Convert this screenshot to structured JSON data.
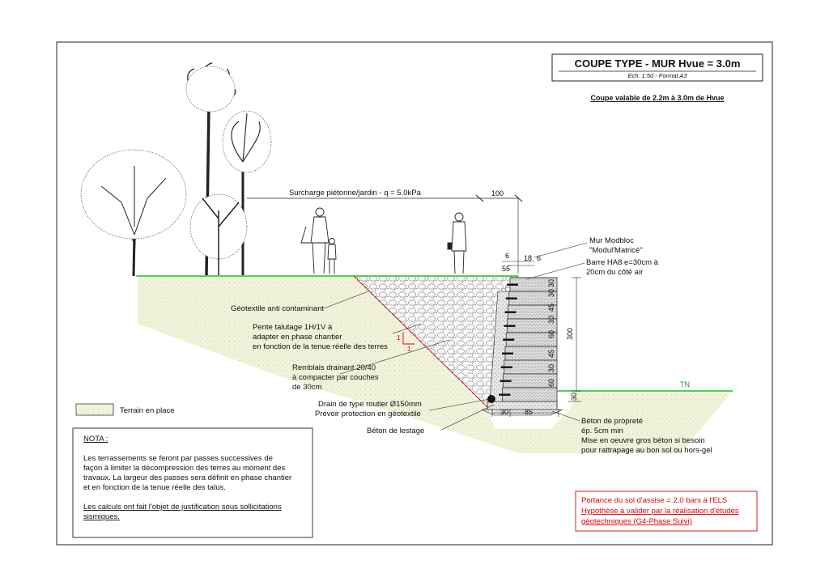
{
  "title_block": {
    "title": "COUPE TYPE - MUR Hvue = 3.0m",
    "subtitle": "Ech. 1:50 - Format A3",
    "validity": "Coupe valable de 2.2m à 3.0m de Hvue"
  },
  "load": {
    "label": "Surcharge piétonne/jardin  - q = 5.0kPa",
    "offset_label": "100"
  },
  "wall": {
    "name_1": "Mur Modbloc",
    "name_2": "\"Modul'Matricé\"",
    "rebar_1": "Barre HA8 e=30cm à",
    "rebar_2": "20cm du côté air"
  },
  "dimensions": {
    "top_6a": "6",
    "top_18": "18",
    "top_6b": "6",
    "top_55": "55",
    "course_1": "30",
    "course_2": "30",
    "course_3": "45",
    "course_4": "30",
    "course_5": "60",
    "course_6": "45",
    "course_7": "30",
    "course_8": "60",
    "height_total": "300",
    "embed": "30",
    "base_30": "30",
    "base_85": "85"
  },
  "annotations": {
    "geotextile": "Géotextile anti contaminant",
    "slope_1": "Pente talutage 1H/1V à",
    "slope_2": "adapter en phase chantier",
    "slope_3": "en fonction de la tenue réelle des terres",
    "slope_ratio_v": "1",
    "slope_ratio_h": "1",
    "backfill_1": "Remblais drainant 20/40",
    "backfill_2": "à compacter par couches",
    "backfill_3": "de 30cm",
    "drain_1": "Drain de type routier Ø150mm",
    "drain_2": "Prévoir protection en géotextile",
    "ballast": "Béton de lestage",
    "blinding_1": "Béton de propreté",
    "blinding_2": "ép. 5cm min",
    "blinding_3": "Mise en oeuvre gros béton si besoin",
    "blinding_4": "pour rattrapage au bon sol ou hors-gel",
    "tn": "TN"
  },
  "legend": {
    "label": "Terrain en place"
  },
  "nota": {
    "title": "NOTA :",
    "p1_l1": "Les terrassements se feront par passes successives de",
    "p1_l2": "façon à limiter la décompression des terres au moment des",
    "p1_l3": "travaux. La largeur des passes sera définit en phase chantier",
    "p1_l4": "et en fonction de la tenue réelle des talus.",
    "p2_l1": "Les calculs ont fait l'objet de justification sous sollicitations",
    "p2_l2": "sismiques."
  },
  "soil_note": {
    "l1": "Portance du sol d'assise = 2.0 bars à l'ELS",
    "l2": "Hypothèse à valider par la réalisation d'études",
    "l3": "géotechniques (G4-Phase Suivi)"
  },
  "colors": {
    "ground_line": "#22c022",
    "soil_fill": "#f1f2da",
    "warning_red": "#e00000",
    "tn_green": "#0a9a0a"
  }
}
